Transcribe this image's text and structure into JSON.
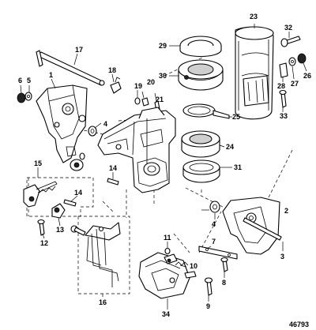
{
  "diagram": {
    "figure_code": "46793",
    "callouts": [
      "1",
      "2",
      "3",
      "4",
      "4",
      "5",
      "6",
      "7",
      "8",
      "9",
      "10",
      "11",
      "12",
      "13",
      "14",
      "14",
      "15",
      "16",
      "17",
      "18",
      "19",
      "20",
      "21",
      "23",
      "24",
      "25",
      "26",
      "27",
      "28",
      "29",
      "30",
      "31",
      "32",
      "33",
      "34"
    ]
  }
}
